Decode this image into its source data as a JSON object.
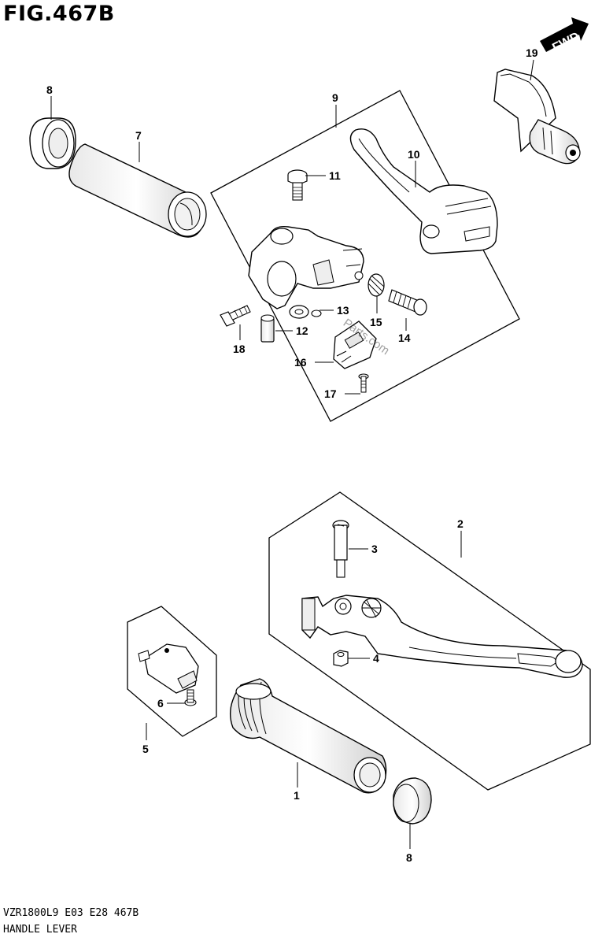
{
  "figure": {
    "title": "FIG.467B",
    "footer_code": "VZR1800L9  E03  E28  467B",
    "footer_name": "HANDLE LEVER",
    "watermark": "Parts.com",
    "fwd_label": "FWD"
  },
  "callouts": {
    "c1": "1",
    "c2": "2",
    "c3": "3",
    "c4": "4",
    "c5": "5",
    "c6": "6",
    "c7": "7",
    "c8a": "8",
    "c8b": "8",
    "c9": "9",
    "c10": "10",
    "c11": "11",
    "c12": "12",
    "c13": "13",
    "c14": "14",
    "c15": "15",
    "c16": "16",
    "c17": "17",
    "c18": "18",
    "c19": "19"
  }
}
